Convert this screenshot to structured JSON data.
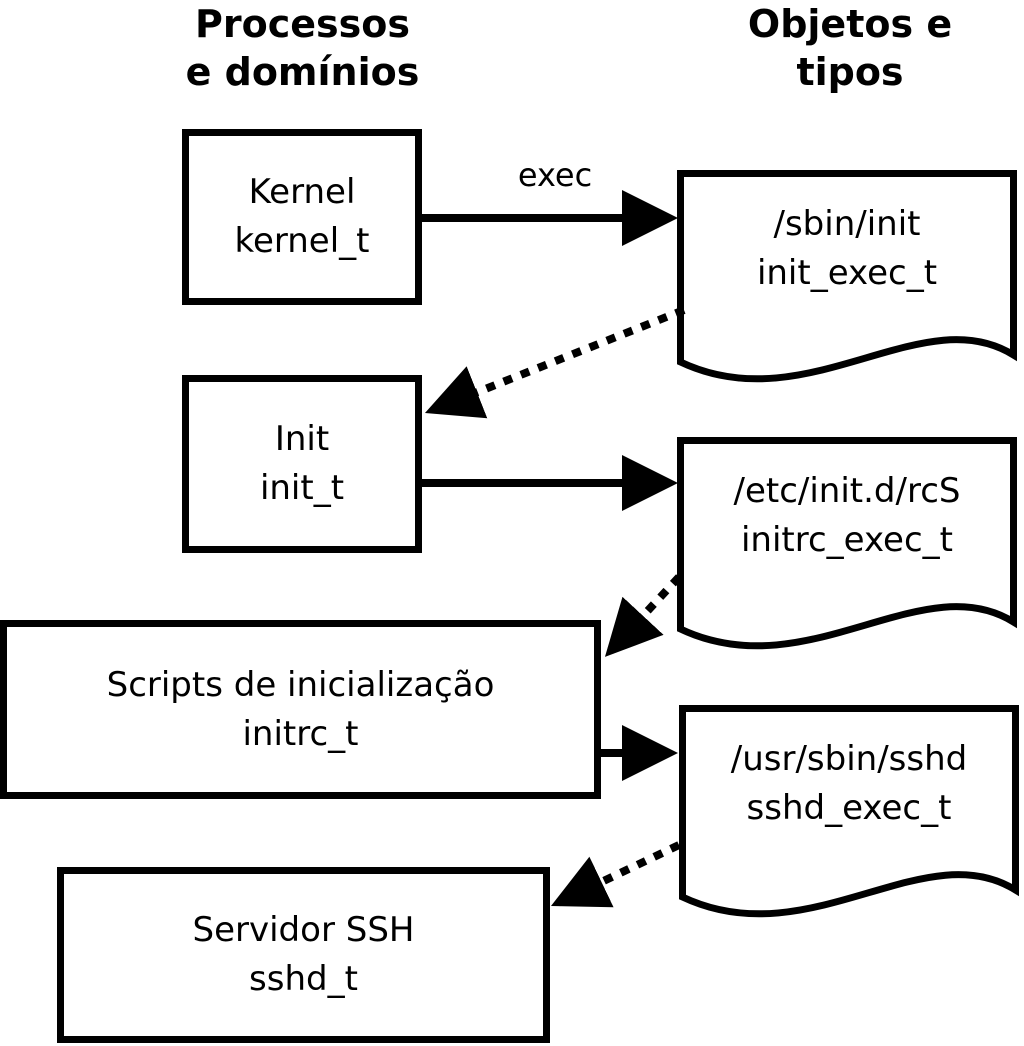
{
  "diagram": {
    "columns": {
      "left": {
        "title_line1": "Processos",
        "title_line2": "e domínios"
      },
      "right": {
        "title_line1": "Objetos e",
        "title_line2": "tipos"
      }
    },
    "processes": [
      {
        "name": "Kernel",
        "type": "kernel_t"
      },
      {
        "name": "Init",
        "type": "init_t"
      },
      {
        "name": "Scripts de inicialização",
        "type": "initrc_t"
      },
      {
        "name": "Servidor SSH",
        "type": "sshd_t"
      }
    ],
    "objects": [
      {
        "path": "/sbin/init",
        "type": "init_exec_t"
      },
      {
        "path": "/etc/init.d/rcS",
        "type": "initrc_exec_t"
      },
      {
        "path": "/usr/sbin/sshd",
        "type": "sshd_exec_t"
      }
    ],
    "edge_labels": {
      "exec": "exec"
    },
    "colors": {
      "stroke": "#000000",
      "background": "#ffffff",
      "text": "#000000"
    }
  }
}
